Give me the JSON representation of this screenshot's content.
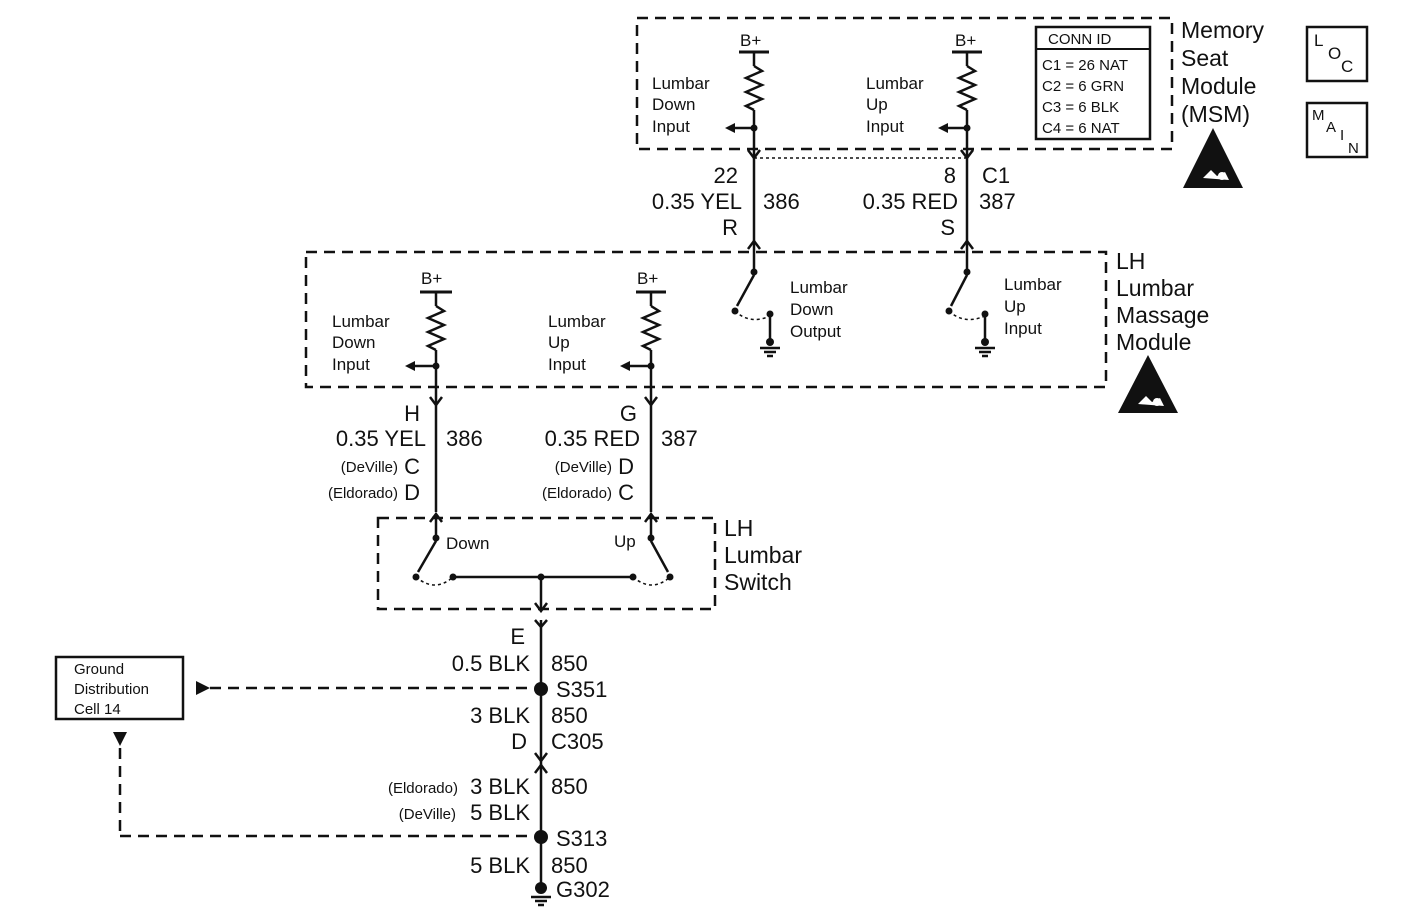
{
  "msm": {
    "title_lines": [
      "Memory",
      "Seat",
      "Module",
      "(MSM)"
    ],
    "bplus": "B+",
    "left_input_lines": [
      "Lumbar",
      "Down",
      "Input"
    ],
    "right_input_lines": [
      "Lumbar",
      "Up",
      "Input"
    ],
    "conn_id": {
      "title": "CONN ID",
      "rows": [
        "C1 = 26 NAT",
        "C2 = 6 GRN",
        "C3 = 6 BLK",
        "C4 = 6 NAT"
      ]
    }
  },
  "loc_icon": [
    "L",
    "O",
    "C"
  ],
  "main_icon": [
    "M",
    "A",
    "I",
    "N"
  ],
  "msm_wires": {
    "left": {
      "pin": "22",
      "gauge_color": "0.35 YEL",
      "circuit": "386",
      "lmm_pin": "R"
    },
    "right": {
      "pin": "8",
      "connector": "C1",
      "gauge_color": "0.35 RED",
      "circuit": "387",
      "lmm_pin": "S"
    }
  },
  "lmm": {
    "title_lines": [
      "LH",
      "Lumbar",
      "Massage",
      "Module"
    ],
    "bplus": "B+",
    "down_input_lines": [
      "Lumbar",
      "Down",
      "Input"
    ],
    "up_input_lines": [
      "Lumbar",
      "Up",
      "Input"
    ],
    "down_output_lines": [
      "Lumbar",
      "Down",
      "Output"
    ],
    "up_input2_lines": [
      "Lumbar",
      "Up",
      "Input"
    ]
  },
  "switch_wires": {
    "left": {
      "pin": "H",
      "gauge_color": "0.35 YEL",
      "circuit": "386",
      "deville_label": "(DeVille)",
      "deville_pin": "C",
      "eldorado_label": "(Eldorado)",
      "eldorado_pin": "D"
    },
    "right": {
      "pin": "G",
      "gauge_color": "0.35 RED",
      "circuit": "387",
      "deville_label": "(DeVille)",
      "deville_pin": "D",
      "eldorado_label": "(Eldorado)",
      "eldorado_pin": "C"
    }
  },
  "lumbar_switch": {
    "title_lines": [
      "LH",
      "Lumbar",
      "Switch"
    ],
    "down": "Down",
    "up": "Up"
  },
  "ground": {
    "switch_pin": "E",
    "seg1_gauge": "0.5 BLK",
    "seg1_circuit": "850",
    "splice1": "S351",
    "seg2_gauge": "3 BLK",
    "seg2_circuit": "850",
    "conn_pin": "D",
    "connector": "C305",
    "eldorado_label": "(Eldorado)",
    "eldorado_gauge": "3 BLK",
    "seg3_circuit": "850",
    "deville_label": "(DeVille)",
    "deville_gauge": "5 BLK",
    "splice2": "S313",
    "seg4_gauge": "5 BLK",
    "seg4_circuit": "850",
    "ground_id": "G302"
  },
  "ground_cell": {
    "lines": [
      "Ground",
      "Distribution",
      "Cell 14"
    ]
  }
}
